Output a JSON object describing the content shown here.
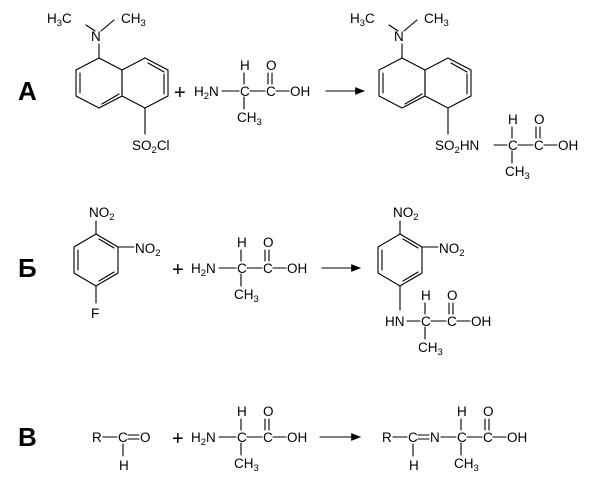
{
  "reactions": [
    {
      "label": "А",
      "reagent_amine": [
        "H",
        "3",
        "C",
        "N",
        "CH",
        "3"
      ],
      "reagent_group": [
        "SO",
        "2",
        "Cl"
      ],
      "product_link": [
        "SO",
        "2",
        "HN"
      ]
    },
    {
      "label": "Б",
      "reagent_groups": [
        [
          "NO",
          "2"
        ],
        [
          "NO",
          "2"
        ],
        [
          "F"
        ]
      ],
      "product_groups": [
        [
          "NO",
          "2"
        ],
        [
          "NO",
          "2"
        ],
        [
          "HN"
        ]
      ]
    },
    {
      "label": "В",
      "aldehyde": [
        "R",
        "C",
        "O",
        "H"
      ],
      "imine": [
        "R",
        "C",
        "N",
        "H"
      ]
    }
  ],
  "alanine": {
    "amine": [
      "H",
      "2",
      "N"
    ],
    "alpha_h": "H",
    "alpha_c": "C",
    "carboxyl_c": "C",
    "carbonyl_o": "O",
    "hydroxyl": "OH",
    "methyl": [
      "CH",
      "3"
    ]
  },
  "plus_sign": "+"
}
